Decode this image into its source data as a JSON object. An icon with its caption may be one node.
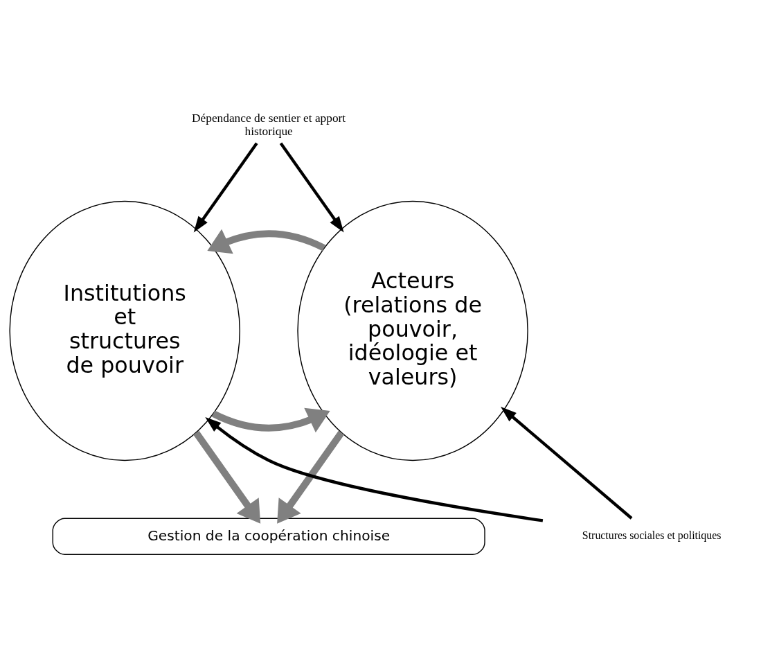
{
  "diagram": {
    "nodes": [
      {
        "text": [
          "Dépendance de sentier et apport historique"
        ]
      },
      {
        "text": [
          "Institutions et structures de pouvoir"
        ]
      },
      {
        "text": [
          "Acteurs (relations de pouvoir, idéologie et valeurs)"
        ]
      },
      {
        "text": [
          "Structures sociales et politiques"
        ]
      },
      {
        "text": [
          "Gestion de la coopération chinoise"
        ]
      }
    ],
    "edges": [
      {
        "from": 0,
        "to": 1,
        "arrow": "to"
      },
      {
        "from": 0,
        "to": 2,
        "arrow": "to"
      },
      {
        "from": 1,
        "to": 2,
        "arrow": "to",
        "style": "thick",
        "color": "#808080"
      },
      {
        "from": 2,
        "to": 1,
        "arrow": "to",
        "style": "thick",
        "color": "#808080"
      },
      {
        "from": 3,
        "to": 1,
        "arrow": "to"
      },
      {
        "from": 3,
        "to": 2,
        "arrow": "to"
      },
      {
        "from": 1,
        "to": 4,
        "arrow": "to",
        "style": "thick",
        "color": "#808080"
      },
      {
        "from": 2,
        "to": 4,
        "arrow": "to",
        "style": "thick",
        "color": "#808080"
      }
    ]
  }
}
